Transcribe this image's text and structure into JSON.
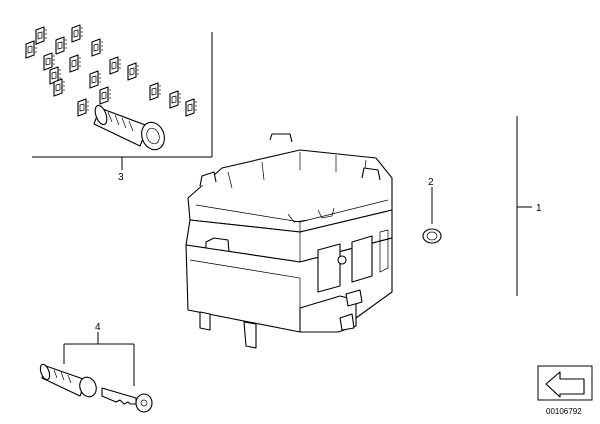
{
  "diagram": {
    "callouts": [
      "1",
      "2",
      "3",
      "4"
    ],
    "reference_number": "00106792",
    "colors": {
      "line": "#000000",
      "background": "#ffffff"
    },
    "icons": [
      "key-icon",
      "lock-cylinder-icon",
      "corner-arrow-icon"
    ]
  }
}
